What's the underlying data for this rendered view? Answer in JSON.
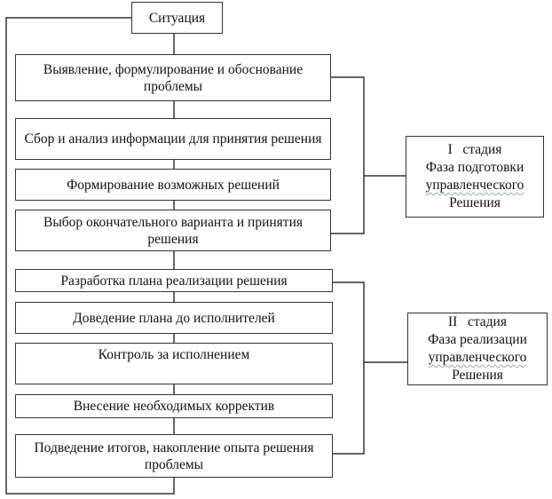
{
  "start": "Ситуация",
  "steps": [
    "Выявление, формулирование и обоснование проблемы",
    "Сбор и анализ информации для принятия решения",
    "Формирование возможных решений",
    "Выбор окончательного варианта и принятия решения",
    "Разработка плана реализации решения",
    "Доведение плана до исполнителей",
    "Контроль за исполнением",
    "Внесение необходимых корректив",
    "Подведение итогов, накопление опыта решения проблемы"
  ],
  "stages": [
    {
      "line1": "I   стадия",
      "line2": "Фаза подготовки",
      "line3": "управленческого",
      "line4": "Решения"
    },
    {
      "line1": "II   стадия",
      "line2": "Фаза реализации",
      "line3": "управленческого",
      "line4": "Решения"
    }
  ]
}
